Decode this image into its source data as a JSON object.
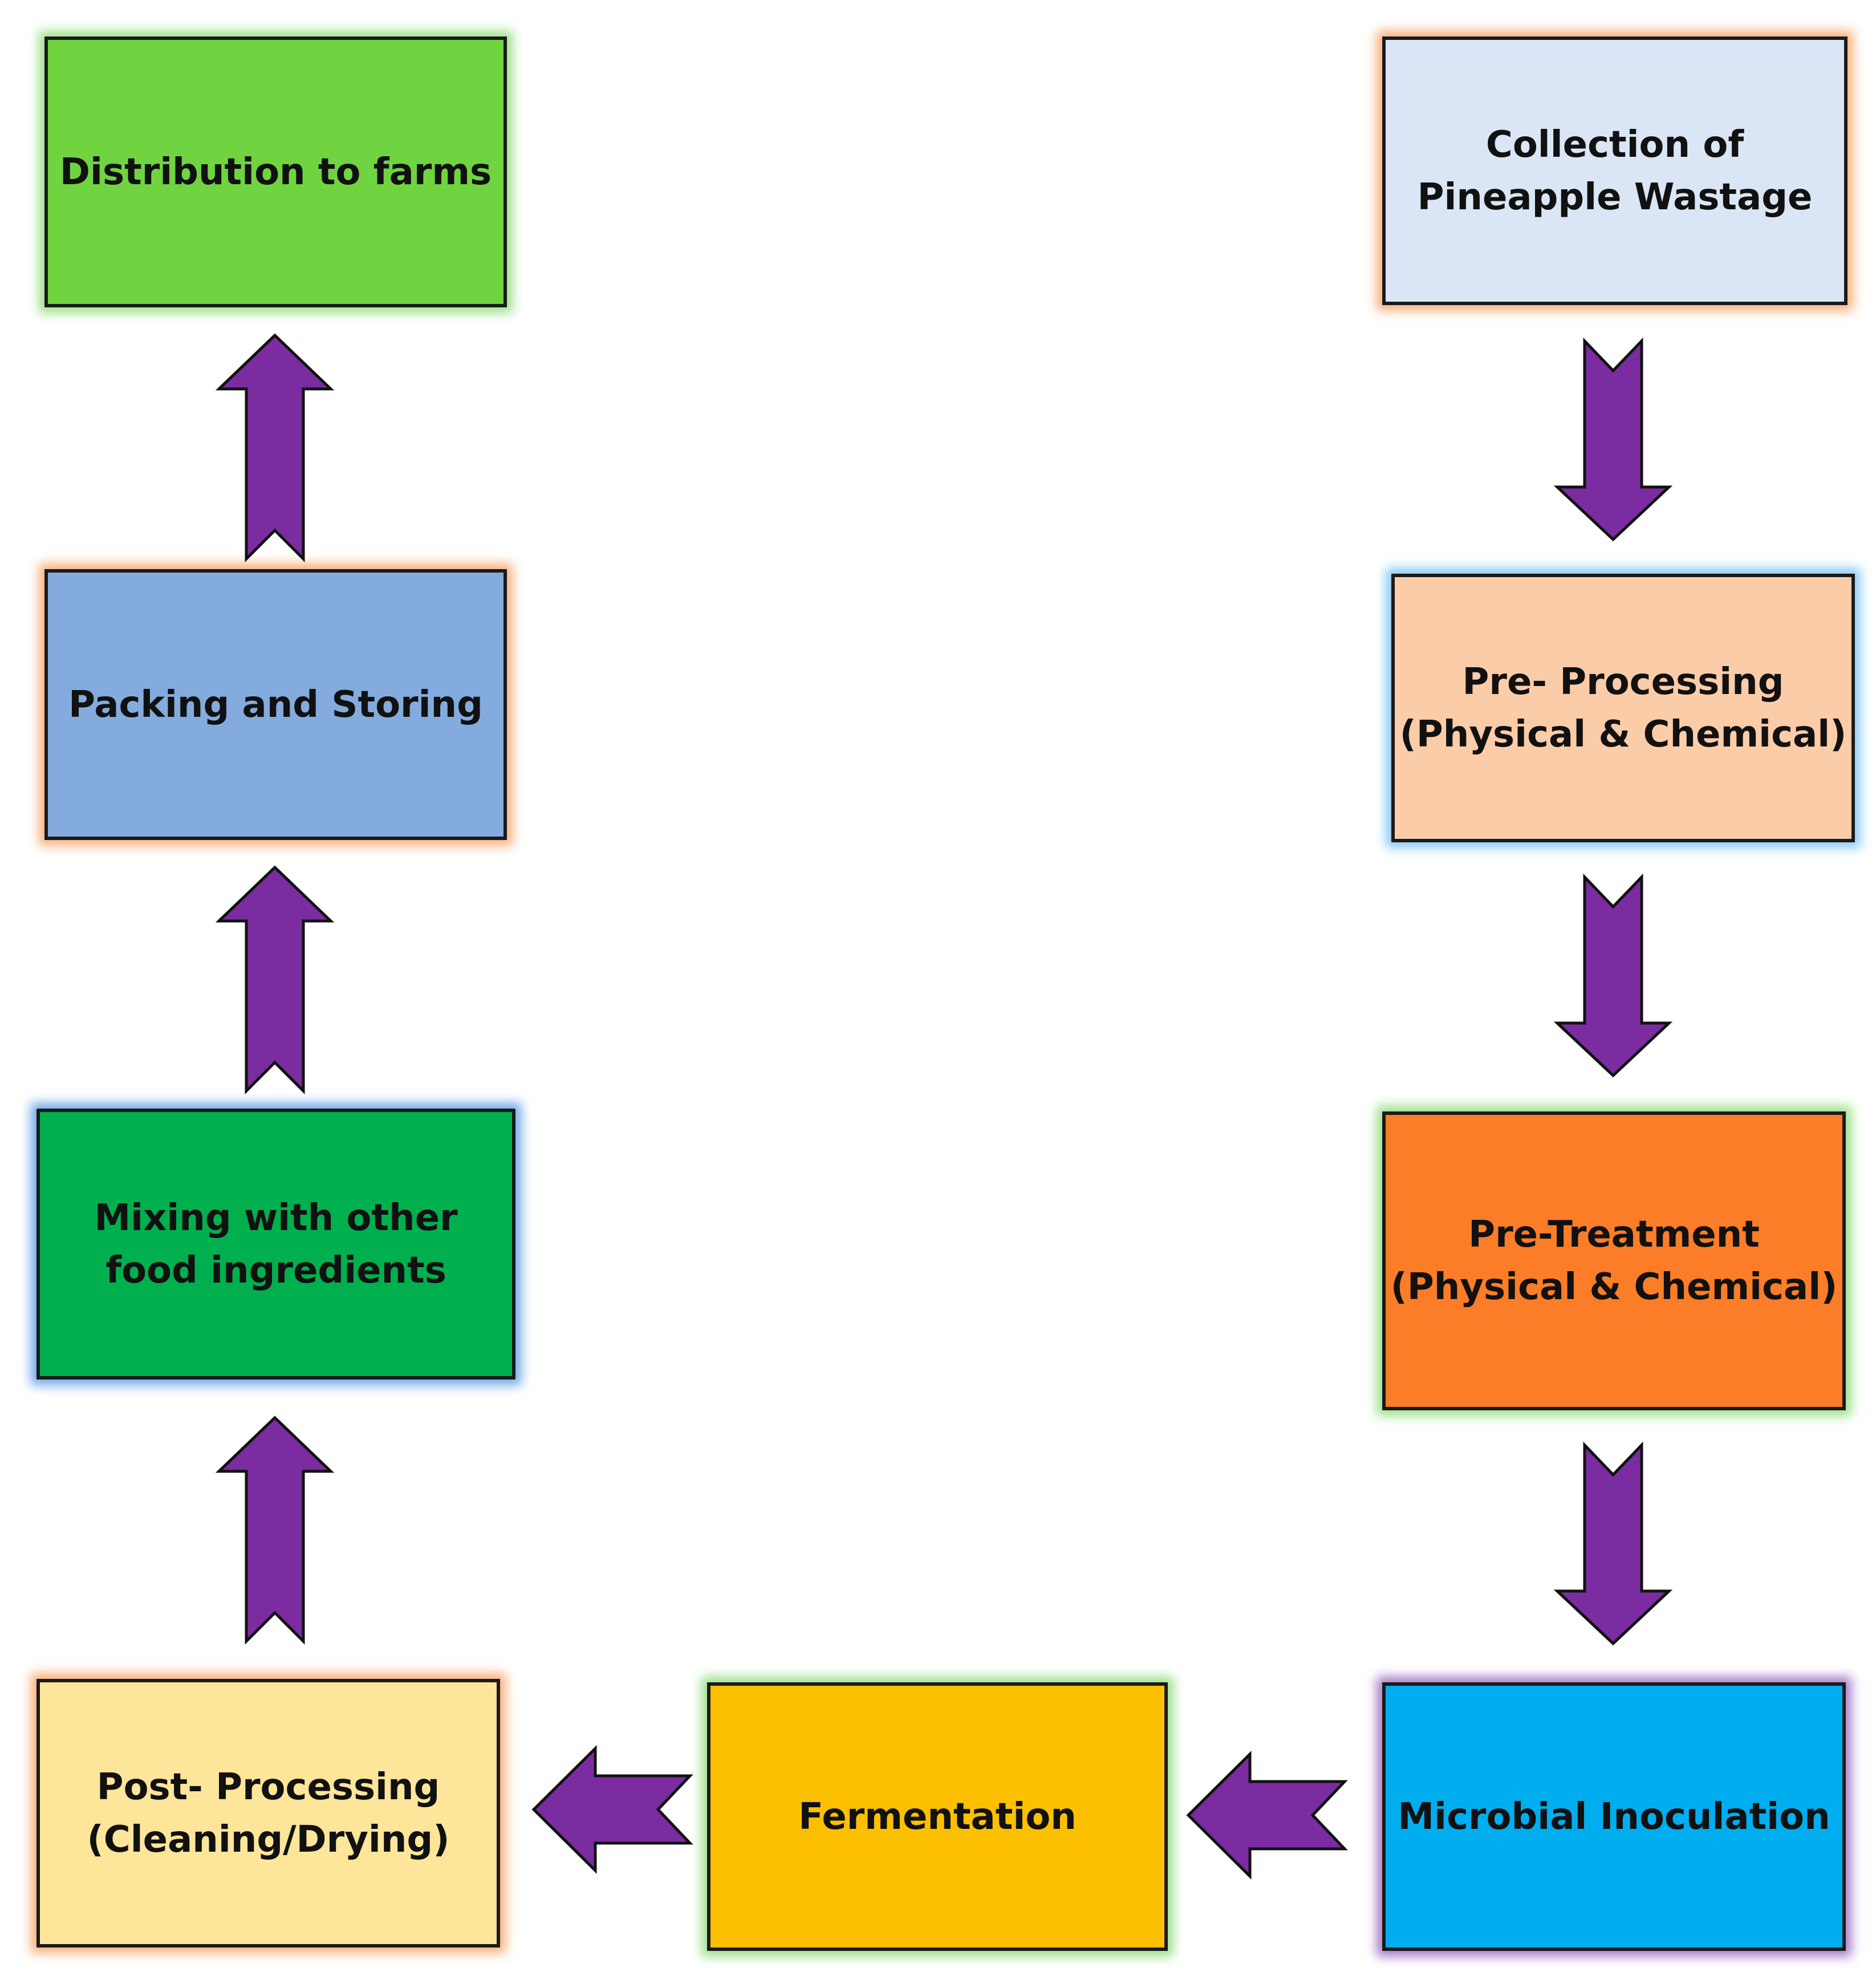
{
  "colors": {
    "arrow_fill": "#7b2ca0",
    "arrow_stroke": "#111111",
    "box_border": "#1a1a1a"
  },
  "nodes": [
    {
      "id": "collection",
      "label": "Collection of\nPineapple Wastage",
      "fill": "#dae6f5",
      "glow": "#f8b07c"
    },
    {
      "id": "pre-processing",
      "label": "Pre- Processing\n(Physical & Chemical)",
      "fill": "#fbcca8",
      "glow": "#8ccaf6"
    },
    {
      "id": "pre-treatment",
      "label": "Pre-Treatment\n(Physical & Chemical)",
      "fill": "#fb7d27",
      "glow": "#9ee08c"
    },
    {
      "id": "microbial-inoculation",
      "label": "Microbial Inoculation",
      "fill": "#00aeef",
      "glow": "#a77cc9"
    },
    {
      "id": "fermentation",
      "label": "Fermentation",
      "fill": "#fcc000",
      "glow": "#9ee08c"
    },
    {
      "id": "post-processing",
      "label": "Post- Processing\n(Cleaning/Drying)",
      "fill": "#fde59a",
      "glow": "#f8b07c"
    },
    {
      "id": "mixing",
      "label": "Mixing with  other\nfood ingredients",
      "fill": "#00b04f",
      "glow": "#6fa8ea"
    },
    {
      "id": "packing",
      "label": "Packing and Storing",
      "fill": "#84abde",
      "glow": "#f8b07c"
    },
    {
      "id": "distribution",
      "label": "Distribution to farms",
      "fill": "#70d441",
      "glow": "#9ee08c"
    }
  ],
  "edges": [
    {
      "from": "collection",
      "to": "pre-processing"
    },
    {
      "from": "pre-processing",
      "to": "pre-treatment"
    },
    {
      "from": "pre-treatment",
      "to": "microbial-inoculation"
    },
    {
      "from": "microbial-inoculation",
      "to": "fermentation"
    },
    {
      "from": "fermentation",
      "to": "post-processing"
    },
    {
      "from": "post-processing",
      "to": "mixing"
    },
    {
      "from": "mixing",
      "to": "packing"
    },
    {
      "from": "packing",
      "to": "distribution"
    }
  ]
}
